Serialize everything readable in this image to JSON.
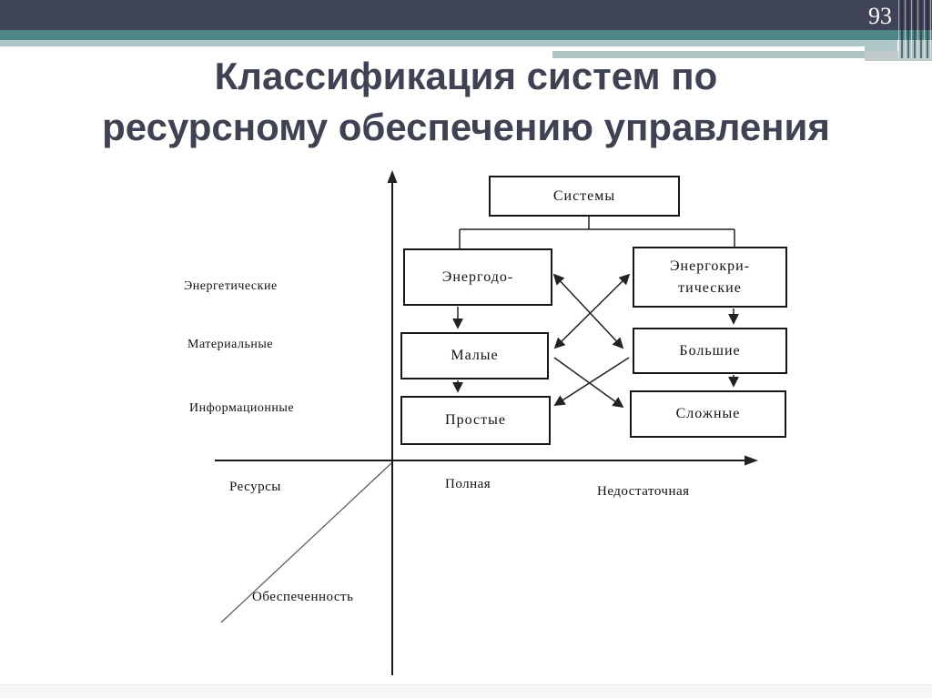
{
  "slide": {
    "page_number": "93",
    "title_line1": "Классификация систем по",
    "title_line2": "ресурсному обеспечению управления"
  },
  "colors": {
    "header_dark": "#404458",
    "header_teal": "#4E8685",
    "header_light_teal": "#AEC6C5",
    "title": "#3E4253",
    "diagram_line": "#222222"
  },
  "diagram": {
    "boxes": {
      "systems": "Системы",
      "energy_sufficient": "Энергодо-",
      "energy_critical_line1": "Энергокри-",
      "energy_critical_line2": "тические",
      "small": "Малые",
      "large": "Большие",
      "simple": "Простые",
      "complex": "Сложные"
    },
    "labels": {
      "left_axis": [
        "Энергетические",
        "Материальные",
        "Информационные"
      ],
      "bottom_left": "Ресурсы",
      "bottom_full": "Полная",
      "bottom_insufficient": "Недостаточная",
      "diagonal": "Обеспеченность"
    }
  }
}
